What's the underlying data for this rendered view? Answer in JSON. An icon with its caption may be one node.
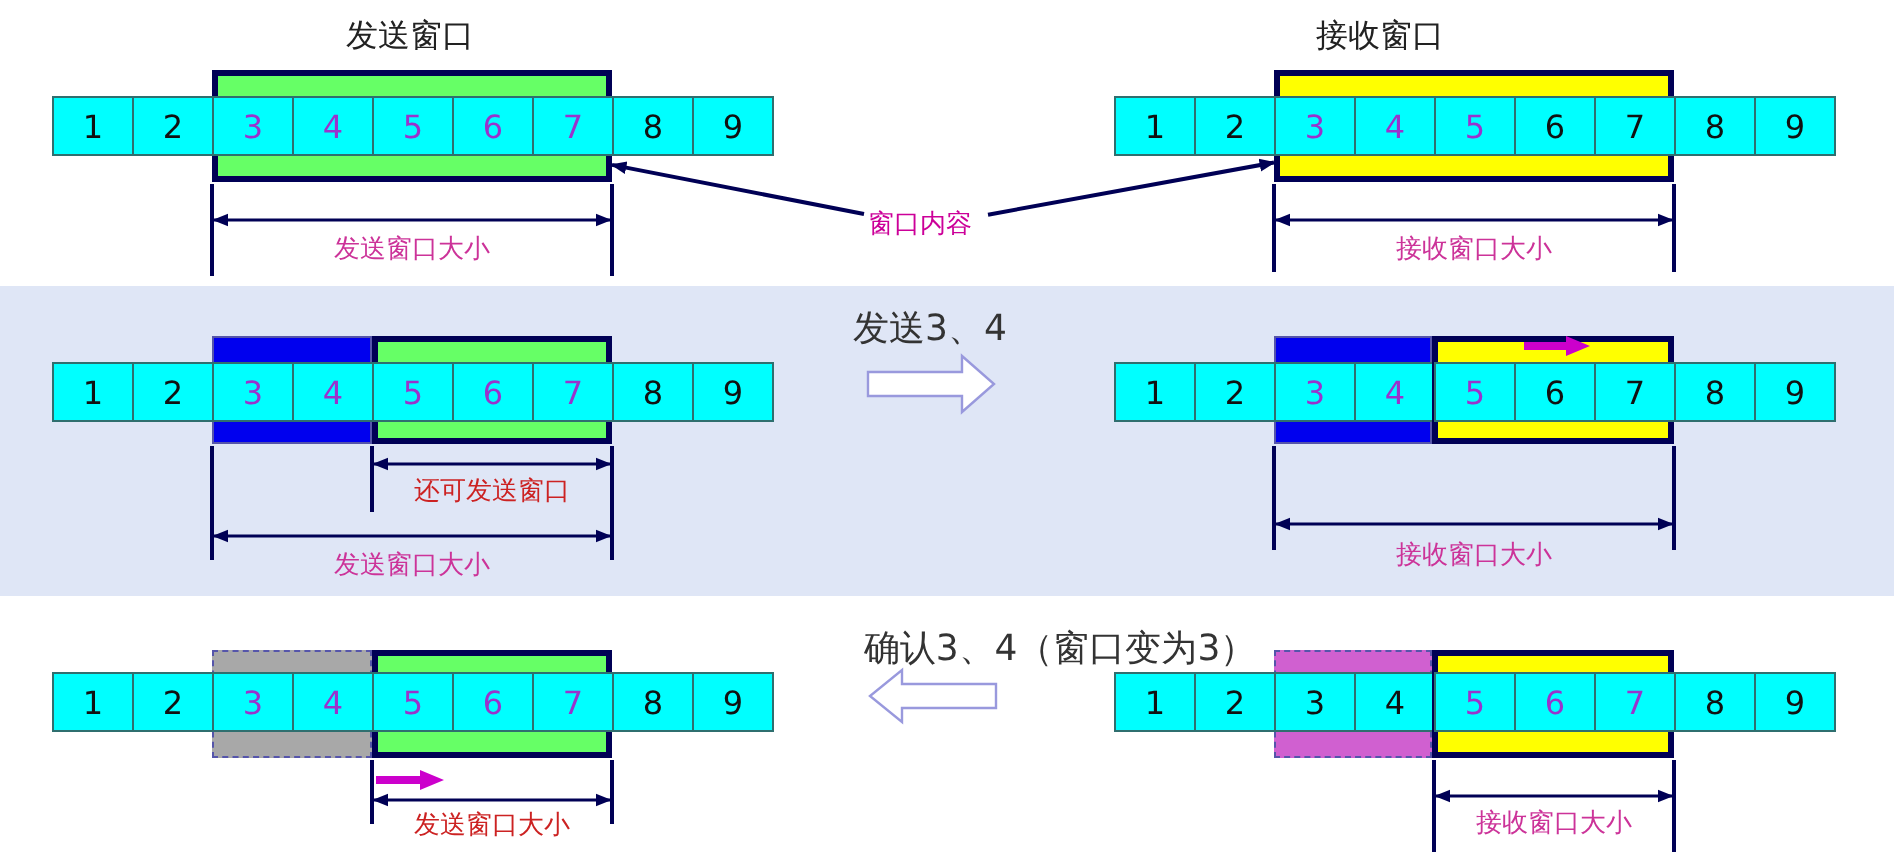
{
  "diagram": {
    "nodes": [
      {
        "text": [
          "1"
        ]
      },
      {
        "text": [
          "2"
        ]
      },
      {
        "text": [
          "3"
        ],
        "in": 9
      },
      {
        "text": [
          "4"
        ],
        "in": 9
      },
      {
        "text": [
          "5"
        ],
        "in": 9
      },
      {
        "text": [
          "6"
        ],
        "in": 9
      },
      {
        "text": [
          "7"
        ],
        "in": 9
      },
      {
        "text": [
          "8"
        ]
      },
      {
        "text": [
          "9"
        ]
      },
      {
        "text": [],
        "shape": "box"
      },
      {
        "text": [
          "1"
        ]
      },
      {
        "text": [
          "2"
        ]
      },
      {
        "text": [
          "3"
        ],
        "in": 19
      },
      {
        "text": [
          "4"
        ],
        "in": 19
      },
      {
        "text": [
          "5"
        ],
        "in": 19
      },
      {
        "text": [
          "6"
        ],
        "in": 19
      },
      {
        "text": [
          "7"
        ],
        "in": 19
      },
      {
        "text": [
          "8"
        ]
      },
      {
        "text": [
          "9"
        ]
      },
      {
        "text": [],
        "shape": "box"
      },
      {
        "text": [
          "窗口内容"
        ]
      },
      {
        "text": [
          "1"
        ]
      },
      {
        "text": [
          "2"
        ]
      },
      {
        "text": [
          "3"
        ]
      },
      {
        "text": [
          "4"
        ]
      },
      {
        "text": [
          "5"
        ],
        "in": 30
      },
      {
        "text": [
          "6"
        ],
        "in": 30
      },
      {
        "text": [
          "7"
        ],
        "in": 30
      },
      {
        "text": [
          "8"
        ]
      },
      {
        "text": [
          "9"
        ]
      },
      {
        "text": [],
        "shape": "box"
      },
      {
        "text": [
          "1"
        ]
      },
      {
        "text": [
          "2"
        ]
      },
      {
        "text": [
          "3"
        ]
      },
      {
        "text": [
          "4"
        ]
      },
      {
        "text": [
          "5"
        ],
        "in": 40
      },
      {
        "text": [
          "6"
        ],
        "in": 40
      },
      {
        "text": [
          "7"
        ],
        "in": 40
      },
      {
        "text": [
          "8"
        ]
      },
      {
        "text": [
          "9"
        ]
      },
      {
        "text": [],
        "shape": "box"
      },
      {
        "text": [
          "1"
        ]
      },
      {
        "text": [
          "2"
        ]
      },
      {
        "text": [
          "3"
        ]
      },
      {
        "text": [
          "4"
        ]
      },
      {
        "text": [
          "5"
        ],
        "in": 50
      },
      {
        "text": [
          "6"
        ],
        "in": 50
      },
      {
        "text": [
          "7"
        ],
        "in": 50
      },
      {
        "text": [
          "8"
        ]
      },
      {
        "text": [
          "9"
        ]
      },
      {
        "text": [],
        "shape": "box"
      },
      {
        "text": [
          "1"
        ]
      },
      {
        "text": [
          "2"
        ]
      },
      {
        "text": [
          "3"
        ]
      },
      {
        "text": [
          "4"
        ]
      },
      {
        "text": [
          "5"
        ],
        "in": 60
      },
      {
        "text": [
          "6"
        ],
        "in": 60
      },
      {
        "text": [
          "7"
        ],
        "in": 60
      },
      {
        "text": [
          "8"
        ]
      },
      {
        "text": [
          "9"
        ]
      },
      {
        "text": [],
        "shape": "box"
      }
    ],
    "edges": [
      {
        "from": 20,
        "to": 9,
        "arrow": "to"
      },
      {
        "from": 20,
        "to": 19,
        "arrow": "to"
      }
    ],
    "labels": [
      "发送窗口",
      "接收窗口",
      "发送窗口大小",
      "接收窗口大小",
      "发送3、4",
      "还可发送窗口",
      "发送窗口大小",
      "接收窗口大小",
      "确认3、4（窗口变为3）",
      "发送窗口大小",
      "接收窗口大小"
    ]
  }
}
